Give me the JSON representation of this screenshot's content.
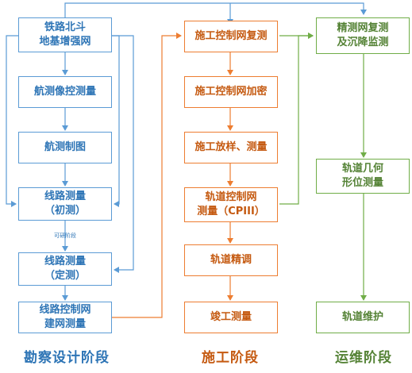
{
  "survey": {
    "beidou": "铁路北斗\n地基增强网",
    "aerial_control": "航测像控测量",
    "aerial_map": "航测制图",
    "prelim": "线路测量\n（初测）",
    "final": "线路测量\n（定测）",
    "control_net": "线路控制网\n建网测量",
    "note": "可研阶段",
    "stage": "勘察设计阶段"
  },
  "construction": {
    "retest": "施工控制网复测",
    "densify": "施工控制网加密",
    "layout": "施工放样、测量",
    "cpiii": "轨道控制网\n测量（CPIII）",
    "fine_adjust": "轨道精调",
    "completion": "竣工测量",
    "stage": "施工阶段"
  },
  "operation": {
    "monitor": "精测网复测\n及沉降监测",
    "geometry": "轨道几何\n形位测量",
    "maintenance": "轨道维护",
    "stage": "运维阶段"
  },
  "colors": {
    "blue": "#5b9bd5",
    "orange": "#ed7d31",
    "green": "#70ad47"
  }
}
